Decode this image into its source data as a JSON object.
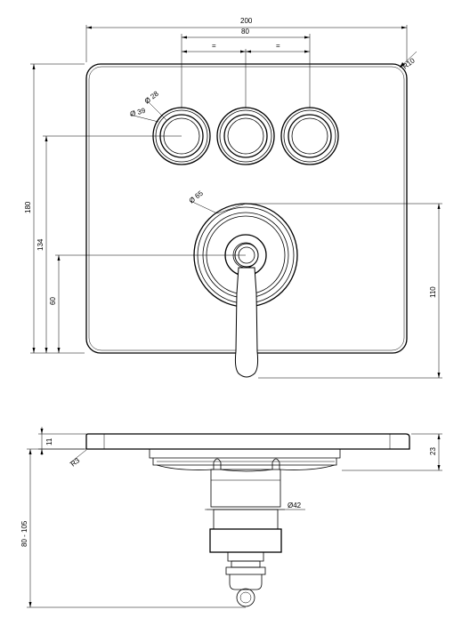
{
  "drawing": {
    "front_view": {
      "width": "200",
      "button_spacing": "80",
      "equal_mark_left": "=",
      "equal_mark_right": "=",
      "corner_radius": "R10",
      "button_inner_dia": "Ø 28",
      "button_outer_dia": "Ø 39",
      "rosette_dia": "Ø 65",
      "height": "180",
      "button_height": "134",
      "valve_height": "60",
      "lever_drop": "110"
    },
    "side_view": {
      "plate_thickness": "11",
      "edge_radius": "R3",
      "projection": "23",
      "body_dia": "Ø42",
      "depth_range": "80 - 105"
    }
  }
}
